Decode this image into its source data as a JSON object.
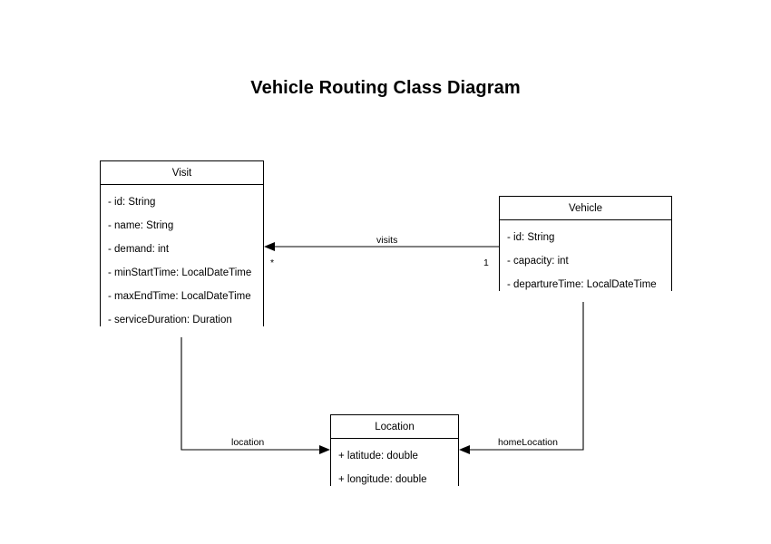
{
  "diagram": {
    "title": "Vehicle Routing Class Diagram",
    "background_color": "#ffffff",
    "line_color": "#000000",
    "text_color": "#000000",
    "classes": [
      {
        "name": "Visit",
        "attributes": [
          "- id: String",
          "- name: String",
          "- demand: int",
          "- minStartTime: LocalDateTime",
          "- maxEndTime: LocalDateTime",
          "- serviceDuration: Duration"
        ]
      },
      {
        "name": "Vehicle",
        "attributes": [
          "- id: String",
          "- capacity: int",
          "- departureTime: LocalDateTime"
        ]
      },
      {
        "name": "Location",
        "attributes": [
          "+ latitude: double",
          "+ longitude: double"
        ]
      }
    ],
    "relationships": [
      {
        "label": "visits",
        "from": "Vehicle",
        "to": "Visit",
        "source_multiplicity": "1",
        "target_multiplicity": "*",
        "arrow": "open-directed"
      },
      {
        "label": "location",
        "from": "Visit",
        "to": "Location",
        "source_multiplicity": "",
        "target_multiplicity": "",
        "arrow": "open-directed"
      },
      {
        "label": "homeLocation",
        "from": "Vehicle",
        "to": "Location",
        "source_multiplicity": "",
        "target_multiplicity": "",
        "arrow": "open-directed"
      }
    ]
  }
}
